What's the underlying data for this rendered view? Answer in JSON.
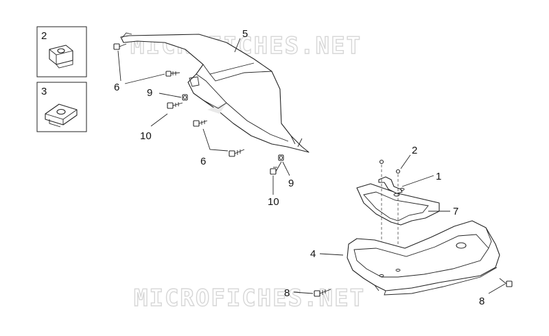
{
  "watermark_top": "MICROFICHES.NET",
  "watermark_bottom": "MICROFICHES.NET",
  "callouts": {
    "inset_clip": "2",
    "inset_clip_nut": "3",
    "part_5": "5",
    "part_6_top": "6",
    "part_9_left": "9",
    "part_10_left": "10",
    "part_6_bottom": "6",
    "part_9_right": "9",
    "part_10_right": "10",
    "part_2": "2",
    "part_1": "1",
    "part_7": "7",
    "part_4": "4",
    "part_8_left": "8",
    "part_8_right": "8"
  }
}
